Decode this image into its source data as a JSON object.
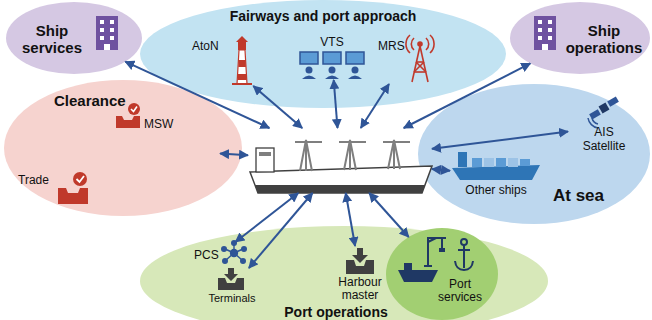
{
  "diagram": {
    "nodes": [
      {
        "text": [
          "Ship services"
        ]
      },
      {
        "text": [
          "Fairways and port approach"
        ]
      },
      {
        "text": [
          "AtoN"
        ],
        "in": 1
      },
      {
        "text": [
          "VTS"
        ],
        "in": 1
      },
      {
        "text": [
          "MRS"
        ],
        "in": 1
      },
      {
        "text": [
          "Ship operations"
        ]
      },
      {
        "text": [
          "Clearance"
        ]
      },
      {
        "text": [
          "MSW"
        ],
        "in": 6
      },
      {
        "text": [
          "Trade"
        ],
        "in": 6
      },
      {
        "text": [
          "At sea"
        ]
      },
      {
        "text": [
          "AIS Satellite"
        ],
        "in": 9
      },
      {
        "text": [
          "Other ships"
        ],
        "in": 9
      },
      {
        "text": []
      },
      {
        "text": [
          "Port operations"
        ]
      },
      {
        "text": [
          "PCS"
        ],
        "in": 13
      },
      {
        "text": [
          "Terminals"
        ],
        "in": 13
      },
      {
        "text": [
          "Harbour master"
        ],
        "in": 13
      },
      {
        "text": [
          "Port services"
        ],
        "in": 13
      }
    ],
    "edges": [
      {
        "from": 12,
        "to": 0,
        "arrow": "both"
      },
      {
        "from": 12,
        "to": 2,
        "arrow": "both"
      },
      {
        "from": 12,
        "to": 3,
        "arrow": "both"
      },
      {
        "from": 12,
        "to": 4,
        "arrow": "both"
      },
      {
        "from": 12,
        "to": 5,
        "arrow": "both"
      },
      {
        "from": 12,
        "to": 6,
        "arrow": "both"
      },
      {
        "from": 12,
        "to": 10,
        "arrow": "both"
      },
      {
        "from": 12,
        "to": 11,
        "arrow": "both"
      },
      {
        "from": 12,
        "to": 14,
        "arrow": "both"
      },
      {
        "from": 12,
        "to": 15,
        "arrow": "both"
      },
      {
        "from": 12,
        "to": 16,
        "arrow": "both"
      },
      {
        "from": 12,
        "to": 17,
        "arrow": "both"
      }
    ]
  }
}
